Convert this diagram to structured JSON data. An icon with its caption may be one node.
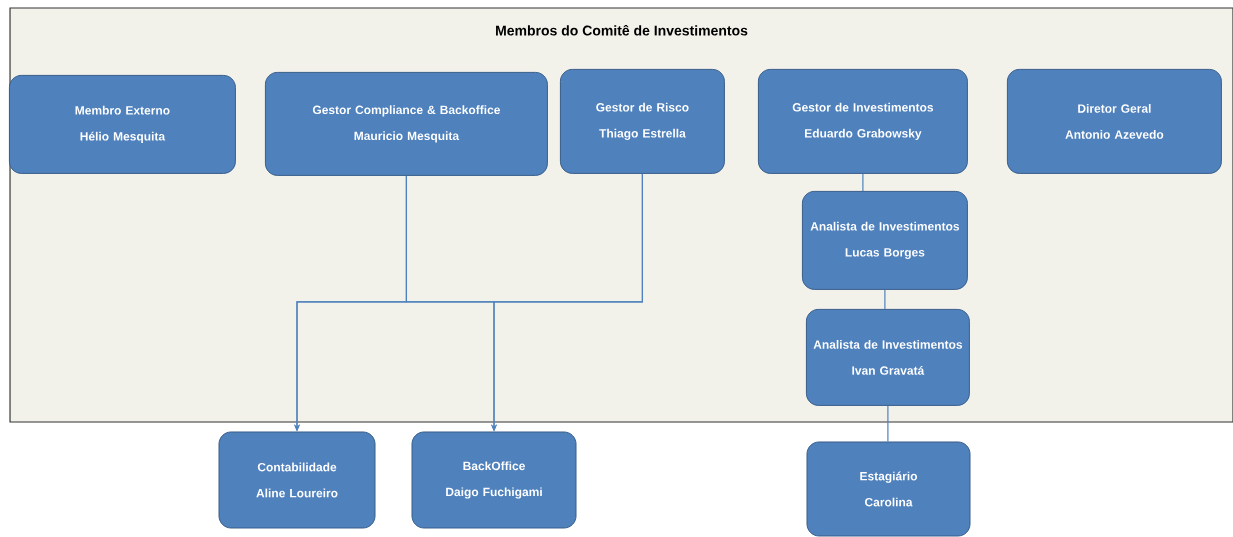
{
  "diagram": {
    "nodes": [
      {
        "text": [
          "Membros do Comitê de Investimentos"
        ]
      },
      {
        "text": [
          "Membro Externo",
          "Hélio Mesquita"
        ],
        "in": 0
      },
      {
        "text": [
          "Gestor Compliance & Backoffice",
          "Mauricio Mesquita"
        ],
        "in": 0
      },
      {
        "text": [
          "Gestor de Risco",
          "Thiago Estrella"
        ],
        "in": 0
      },
      {
        "text": [
          "Gestor de Investimentos",
          "Eduardo Grabowsky"
        ],
        "in": 0
      },
      {
        "text": [
          "Diretor Geral",
          "Antonio Azevedo"
        ],
        "in": 0
      },
      {
        "text": [
          "Analista de Investimentos",
          "Lucas Borges"
        ],
        "in": 0
      },
      {
        "text": [
          "Analista de Investimentos",
          "Ivan Gravatá"
        ],
        "in": 0
      },
      {
        "text": [
          "Contabilidade",
          "Aline Loureiro"
        ]
      },
      {
        "text": [
          "BackOffice",
          "Daigo Fuchigami"
        ]
      },
      {
        "text": [
          "Estagiário",
          "Carolina"
        ]
      }
    ],
    "edges": [
      {
        "from": 2,
        "to": 8,
        "arrow": "to"
      },
      {
        "from": 2,
        "to": 9,
        "arrow": "to"
      },
      {
        "from": 3,
        "to": 8,
        "arrow": "to"
      },
      {
        "from": 3,
        "to": 9,
        "arrow": "to"
      },
      {
        "from": 4,
        "to": 6,
        "arrow": "none"
      },
      {
        "from": 6,
        "to": 7,
        "arrow": "none"
      },
      {
        "from": 7,
        "to": 10,
        "arrow": "none"
      }
    ]
  }
}
